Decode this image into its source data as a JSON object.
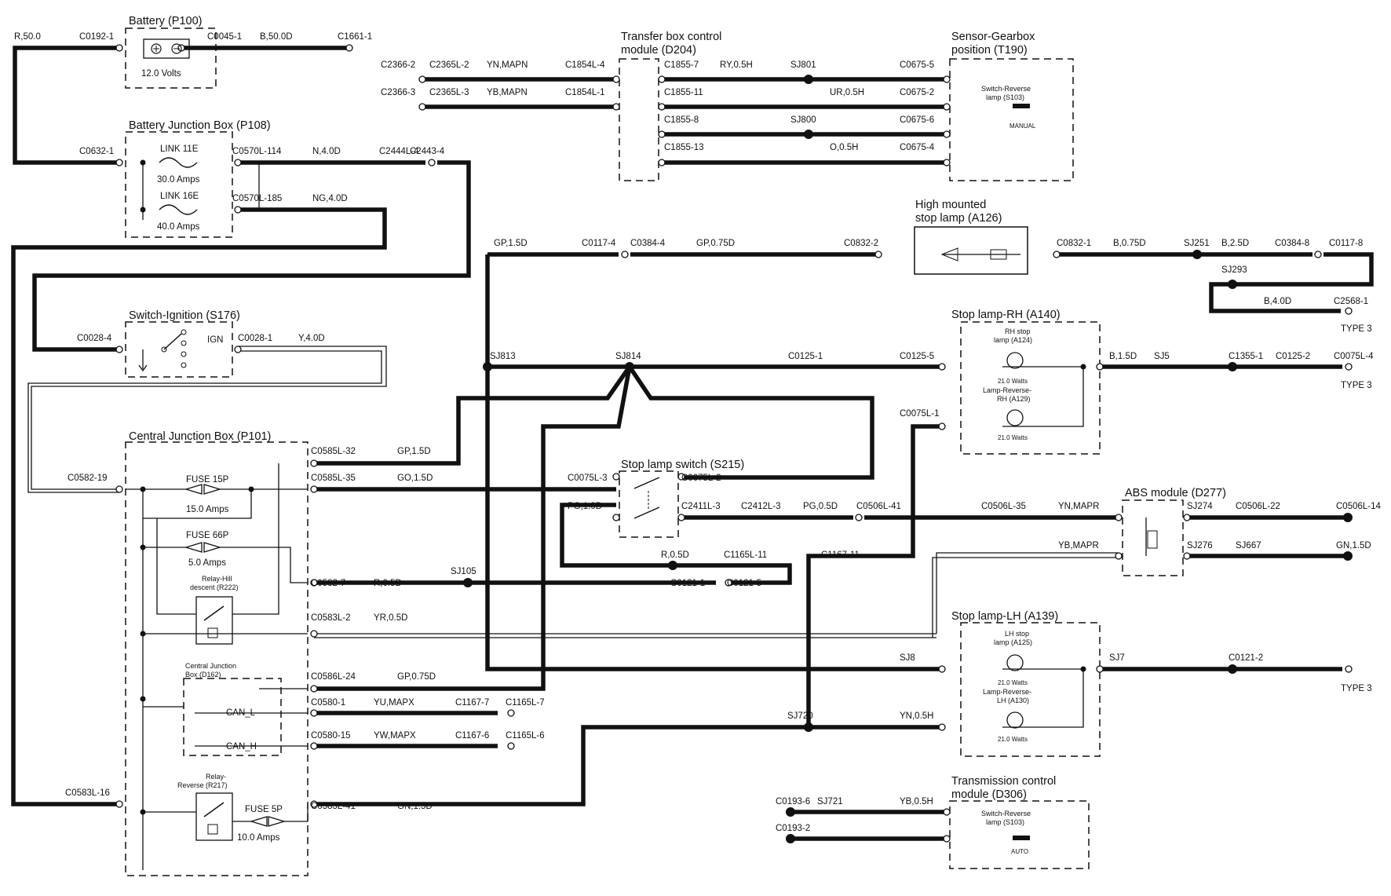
{
  "components": [
    {
      "id": "battery",
      "title": "Battery (P100)",
      "note": "12.0 Volts"
    },
    {
      "id": "bjb",
      "title": "Battery Junction Box (P108)"
    },
    {
      "id": "ign",
      "title": "Switch-Ignition (S176)",
      "label": "IGN"
    },
    {
      "id": "cjb",
      "title": "Central Junction Box (P101)"
    },
    {
      "id": "tbcm",
      "title": "Transfer box control",
      "title2": "module (D204)"
    },
    {
      "id": "sgp",
      "title": "Sensor-Gearbox",
      "title2": "position (T190)",
      "inner1": "Switch-Reverse",
      "inner2": "lamp (S103)",
      "inner3": "MANUAL"
    },
    {
      "id": "hmsl",
      "title": "High mounted",
      "title2": "stop lamp (A126)"
    },
    {
      "id": "slrh",
      "title": "Stop lamp-RH (A140)",
      "inner1": "RH stop",
      "inner2": "lamp (A124)",
      "watts": "21.0 Watts",
      "inner3": "Lamp-Reverse-",
      "inner4": "RH (A129)"
    },
    {
      "id": "sls",
      "title": "Stop lamp switch (S215)"
    },
    {
      "id": "abs",
      "title": "ABS module (D277)"
    },
    {
      "id": "sllh",
      "title": "Stop lamp-LH (A139)",
      "inner1": "LH stop",
      "inner2": "lamp (A125)",
      "watts": "21.0 Watts",
      "inner3": "Lamp-Reverse-",
      "inner4": "LH (A130)"
    },
    {
      "id": "tcm",
      "title": "Transmission control",
      "title2": "module (D306)",
      "inner1": "Switch-Reverse",
      "inner2": "lamp (S103)",
      "inner3": "AUTO"
    },
    {
      "id": "cjb2",
      "title": "Central Junction",
      "title2": "Box (D162)"
    },
    {
      "id": "rhd",
      "title": "Relay-Hill",
      "title2": "descent (R222)"
    },
    {
      "id": "rrev",
      "title": "Relay-",
      "title2": "Reverse (R217)"
    }
  ],
  "fuses": [
    {
      "name": "LINK 11E",
      "rating": "30.0 Amps"
    },
    {
      "name": "LINK 16E",
      "rating": "40.0 Amps"
    },
    {
      "name": "FUSE 15P",
      "rating": "15.0 Amps"
    },
    {
      "name": "FUSE 66P",
      "rating": "5.0 Amps"
    },
    {
      "name": "FUSE 5P",
      "rating": "10.0 Amps"
    }
  ],
  "can": {
    "low": "CAN_L",
    "high": "CAN_H"
  },
  "type3": "TYPE 3",
  "labels": [
    "R,50.0",
    "C0192-1",
    "C0045-1",
    "B,50.0D",
    "C1661-1",
    "C0632-1",
    "C0570L-114",
    "N,4.0D",
    "C2444L-4",
    "C2443-4",
    "C0570L-185",
    "NG,4.0D",
    "C0028-4",
    "C0028-1",
    "Y,4.0D",
    "C0582-19",
    "C0583L-16",
    "C0585L-32",
    "GP,1.5D",
    "C0585L-35",
    "GO,1.5D",
    "C0582-7",
    "R,0.5D",
    "SJ105",
    "C0583L-2",
    "YR,0.5D",
    "C0586L-24",
    "GP,0.75D",
    "C0580-1",
    "YU,MAPX",
    "C1167-7",
    "C1165L-7",
    "C0580-15",
    "YW,MAPX",
    "C1167-6",
    "C1165L-6",
    "C0585L-41",
    "GN,1.5D",
    "C2366-2",
    "C2365L-2",
    "YN,MAPN",
    "C1854L-4",
    "C2366-3",
    "C2365L-3",
    "YB,MAPN",
    "C1854L-1",
    "C1855-7",
    "RY,0.5H",
    "SJ801",
    "C0675-5",
    "C1855-11",
    "UR,0.5H",
    "C0675-2",
    "C1855-8",
    "SJ800",
    "C0675-6",
    "C1855-13",
    "O,0.5H",
    "C0675-4",
    "GP,1.5D",
    "C0117-4",
    "C0384-4",
    "GP,0.75D",
    "C0832-2",
    "C0832-1",
    "B,0.75D",
    "SJ251",
    "B,2.5D",
    "C0384-8",
    "C0117-8",
    "SJ293",
    "B,4.0D",
    "C2568-1",
    "SJ813",
    "SJ814",
    "C0125-1",
    "C0125-5",
    "B,1.5D",
    "SJ5",
    "C1355-1",
    "C0125-2",
    "C0075L-4",
    "C0075L-1",
    "C0075L-3",
    "C0075L-2",
    "PG,1.0D",
    "C2411L-3",
    "C2412L-3",
    "PG,0.5D",
    "C0506L-41",
    "C0506L-35",
    "YN,MAPR",
    "SJ274",
    "C0506L-22",
    "C0506L-14",
    "YB,MAPR",
    "SJ276",
    "SJ667",
    "GN,1.5D",
    "R,0.5D",
    "C1167-11",
    "C1165L-11",
    "C0121-1",
    "C0121-5",
    "SJ8",
    "SJ7",
    "C0121-2",
    "SJ720",
    "YN,0.5H",
    "C0193-6",
    "SJ721",
    "YB,0.5H",
    "C0193-2"
  ]
}
